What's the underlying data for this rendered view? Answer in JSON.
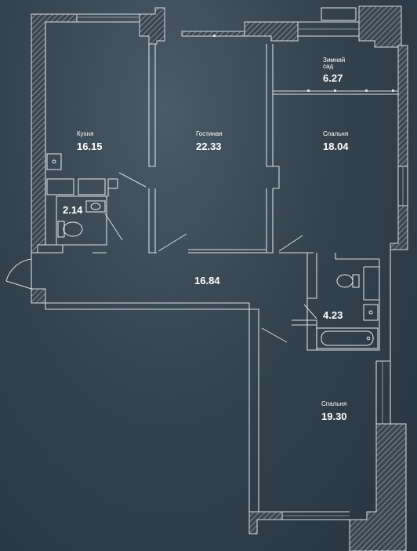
{
  "colors": {
    "background": "#2f3d48",
    "wall_outline": "#d8dde2",
    "wall_hatch": "#aab3ba",
    "fixture_stroke": "#e6eaee",
    "text": "#ffffff"
  },
  "rooms": {
    "kitchen": {
      "name": "Кухня",
      "area": "16.15"
    },
    "living": {
      "name": "Гостиная",
      "area": "22.33"
    },
    "winter_garden": {
      "name_line1": "Зимний",
      "name_line2": "сад",
      "area": "6.27"
    },
    "bedroom_1": {
      "name": "Спальня",
      "area": "18.04"
    },
    "wc": {
      "area": "2.14"
    },
    "hall": {
      "area": "16.84"
    },
    "bathroom": {
      "area": "4.23"
    },
    "bedroom_2": {
      "name": "Спальня",
      "area": "19.30"
    }
  }
}
